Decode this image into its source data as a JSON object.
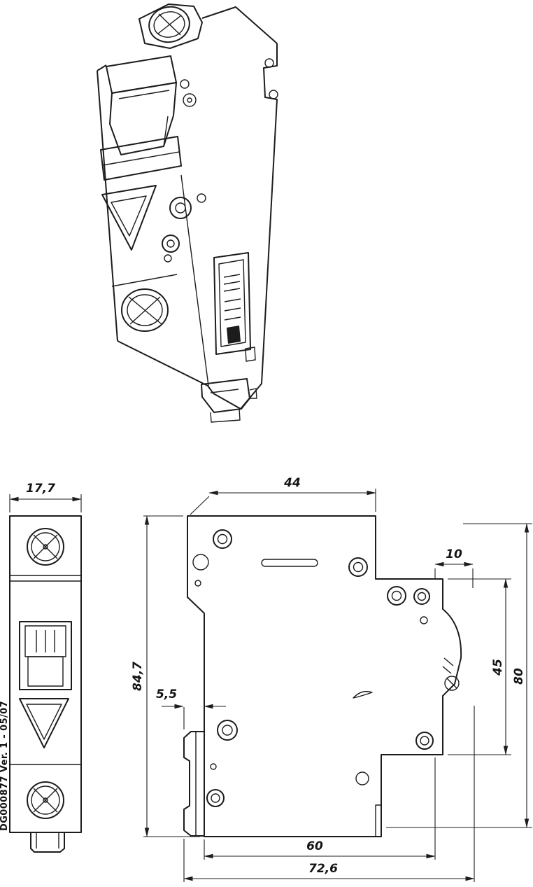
{
  "page": {
    "background": "#ffffff",
    "line_color": "#1c1c1c"
  },
  "document": {
    "code": "DG000877 Ver. 1 - 05/07"
  },
  "views": {
    "isometric": "isometric-view",
    "front": "front-view",
    "side": "side-view"
  },
  "dimensions": {
    "front_width": "17,7",
    "top_depth": "44",
    "terminal_recess": "10",
    "rail_hook_offset": "5,5",
    "overall_height": "84,7",
    "terminal_block_height": "45",
    "snap_height": "80",
    "body_depth": "60",
    "overall_depth": "72,6"
  }
}
